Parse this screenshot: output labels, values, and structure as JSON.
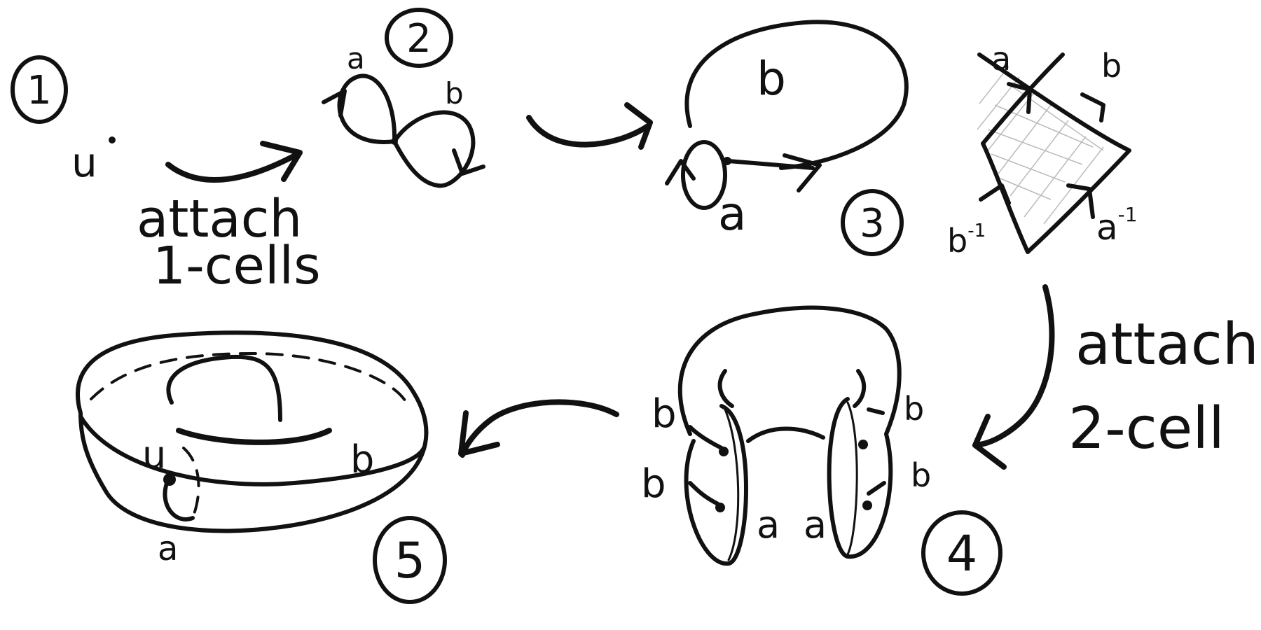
{
  "steps": {
    "s1": {
      "number": "1"
    },
    "s2": {
      "number": "2"
    },
    "s3": {
      "number": "3"
    },
    "s4": {
      "number": "4"
    },
    "s5": {
      "number": "5"
    }
  },
  "captions": {
    "attach_1cells_line1": "attach",
    "attach_1cells_line2": "1-cells",
    "attach_2cell_line1": "attach",
    "attach_2cell_line2": "2-cell"
  },
  "labels": {
    "vertex": "u",
    "a": "a",
    "b": "b",
    "b_inv_base": "b",
    "a_inv_base": "a",
    "inv_exp": "-1"
  }
}
